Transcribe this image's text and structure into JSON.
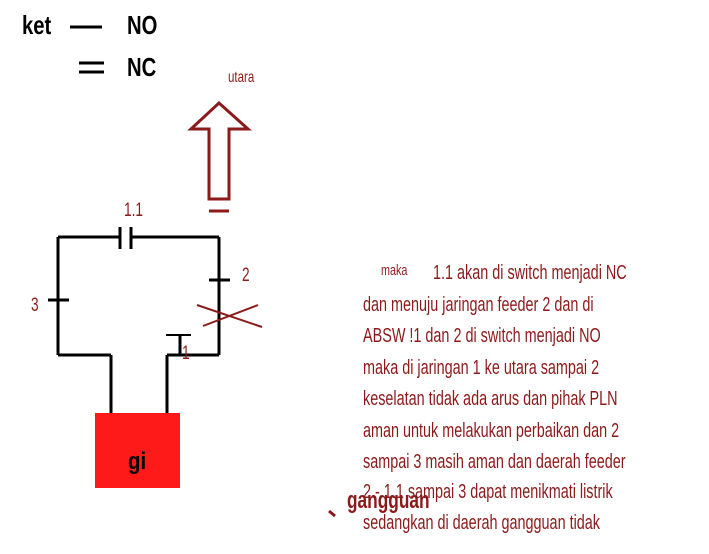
{
  "legend": {
    "title": "ket",
    "no_label": "NO",
    "nc_label": "NC"
  },
  "arrow_label": "utara",
  "switch_labels": {
    "s1_1": "1.1",
    "s2": "2",
    "s3": "3",
    "s1": "1"
  },
  "substation_label": "gi",
  "fault_label": "gangguan",
  "description": {
    "lead": "maka",
    "lines": [
      "1.1 akan di switch menjadi NC",
      "dan menuju jaringan feeder 2 dan di",
      "ABSW !1 dan 2 di switch menjadi NO",
      "maka di jaringan 1 ke utara sampai 2",
      "keselatan tidak ada arus dan pihak PLN",
      "aman untuk melakukan perbaikan dan 2",
      "sampai 3 masih aman dan daerah feeder",
      "2 - 1.1 sampai 3 dapat menikmati listrik",
      "sedangkan di daerah gangguan tidak"
    ]
  },
  "colors": {
    "line": "#000000",
    "text_maroon": "#8b1a1a",
    "substation_fill": "#ff1a1a"
  }
}
